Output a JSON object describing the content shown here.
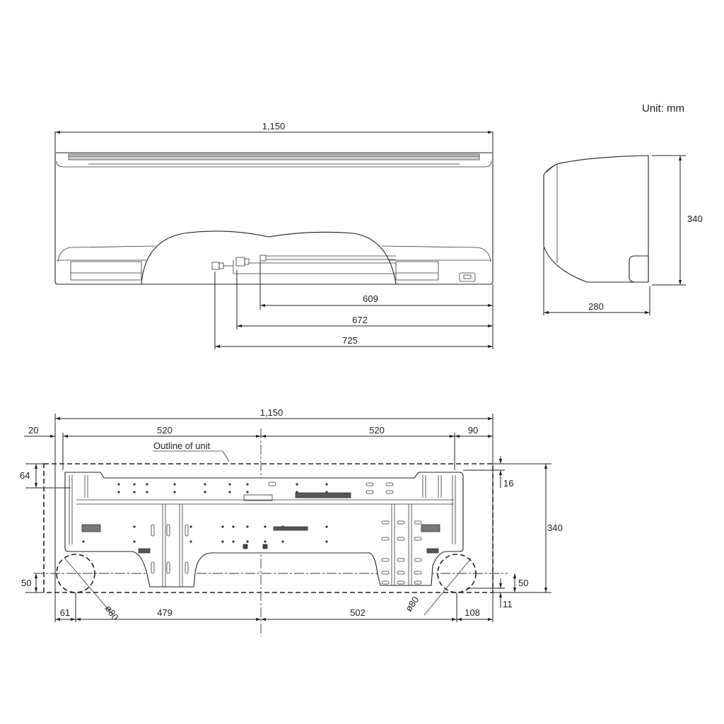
{
  "drawing": {
    "unit_label": "Unit: mm",
    "front_view": {
      "width": "1,150",
      "pipe_dims": [
        "609",
        "672",
        "725"
      ]
    },
    "side_view": {
      "height": "340",
      "depth": "280"
    },
    "installation_plate": {
      "total_width": "1,150",
      "left_margin": "20",
      "left_half": "520",
      "right_half": "520",
      "right_margin": "90",
      "outline_label": "Outline of unit",
      "top_offset_left": "64",
      "top_offset_right": "16",
      "height": "340",
      "bottom_offset_left": "50",
      "bottom_offset_right": "50",
      "bottom_gap": "11",
      "hole_left_from_edge": "61",
      "hole_left_to_center": "479",
      "center_to_hole_right": "502",
      "hole_right_to_edge": "108",
      "hole_diameter_left": "ø80",
      "hole_diameter_right": "ø80"
    }
  }
}
